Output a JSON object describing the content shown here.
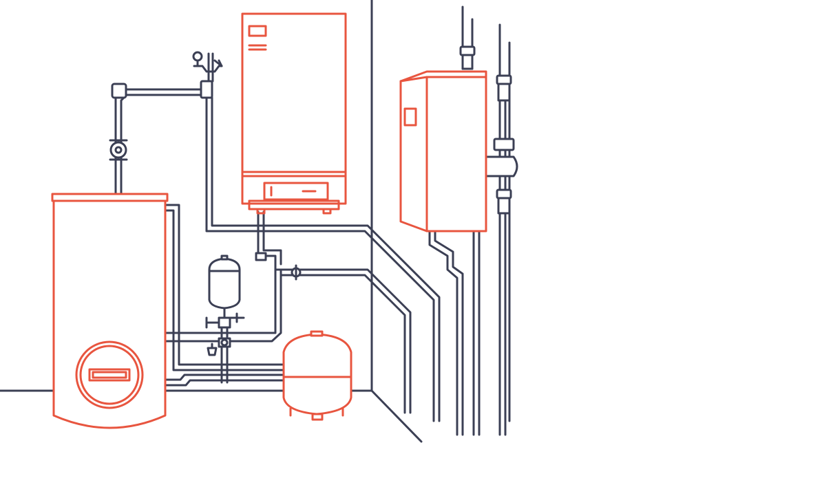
{
  "colors": {
    "background": "#ffffff",
    "line": "#3b3f54",
    "accent": "#e8553f"
  },
  "components": [
    {
      "name": "water-heater-tank",
      "icon": "tank-icon"
    },
    {
      "name": "wall-boiler",
      "icon": "boiler-icon"
    },
    {
      "name": "wall-heater-unit",
      "icon": "heater-icon"
    },
    {
      "name": "small-expansion-vessel",
      "icon": "expansion-vessel-icon"
    },
    {
      "name": "large-expansion-vessel",
      "icon": "expansion-vessel-icon"
    },
    {
      "name": "circulation-pump",
      "icon": "pump-icon"
    },
    {
      "name": "safety-valve-group",
      "icon": "valve-icon"
    },
    {
      "name": "pipe-filter",
      "icon": "filter-icon"
    }
  ]
}
